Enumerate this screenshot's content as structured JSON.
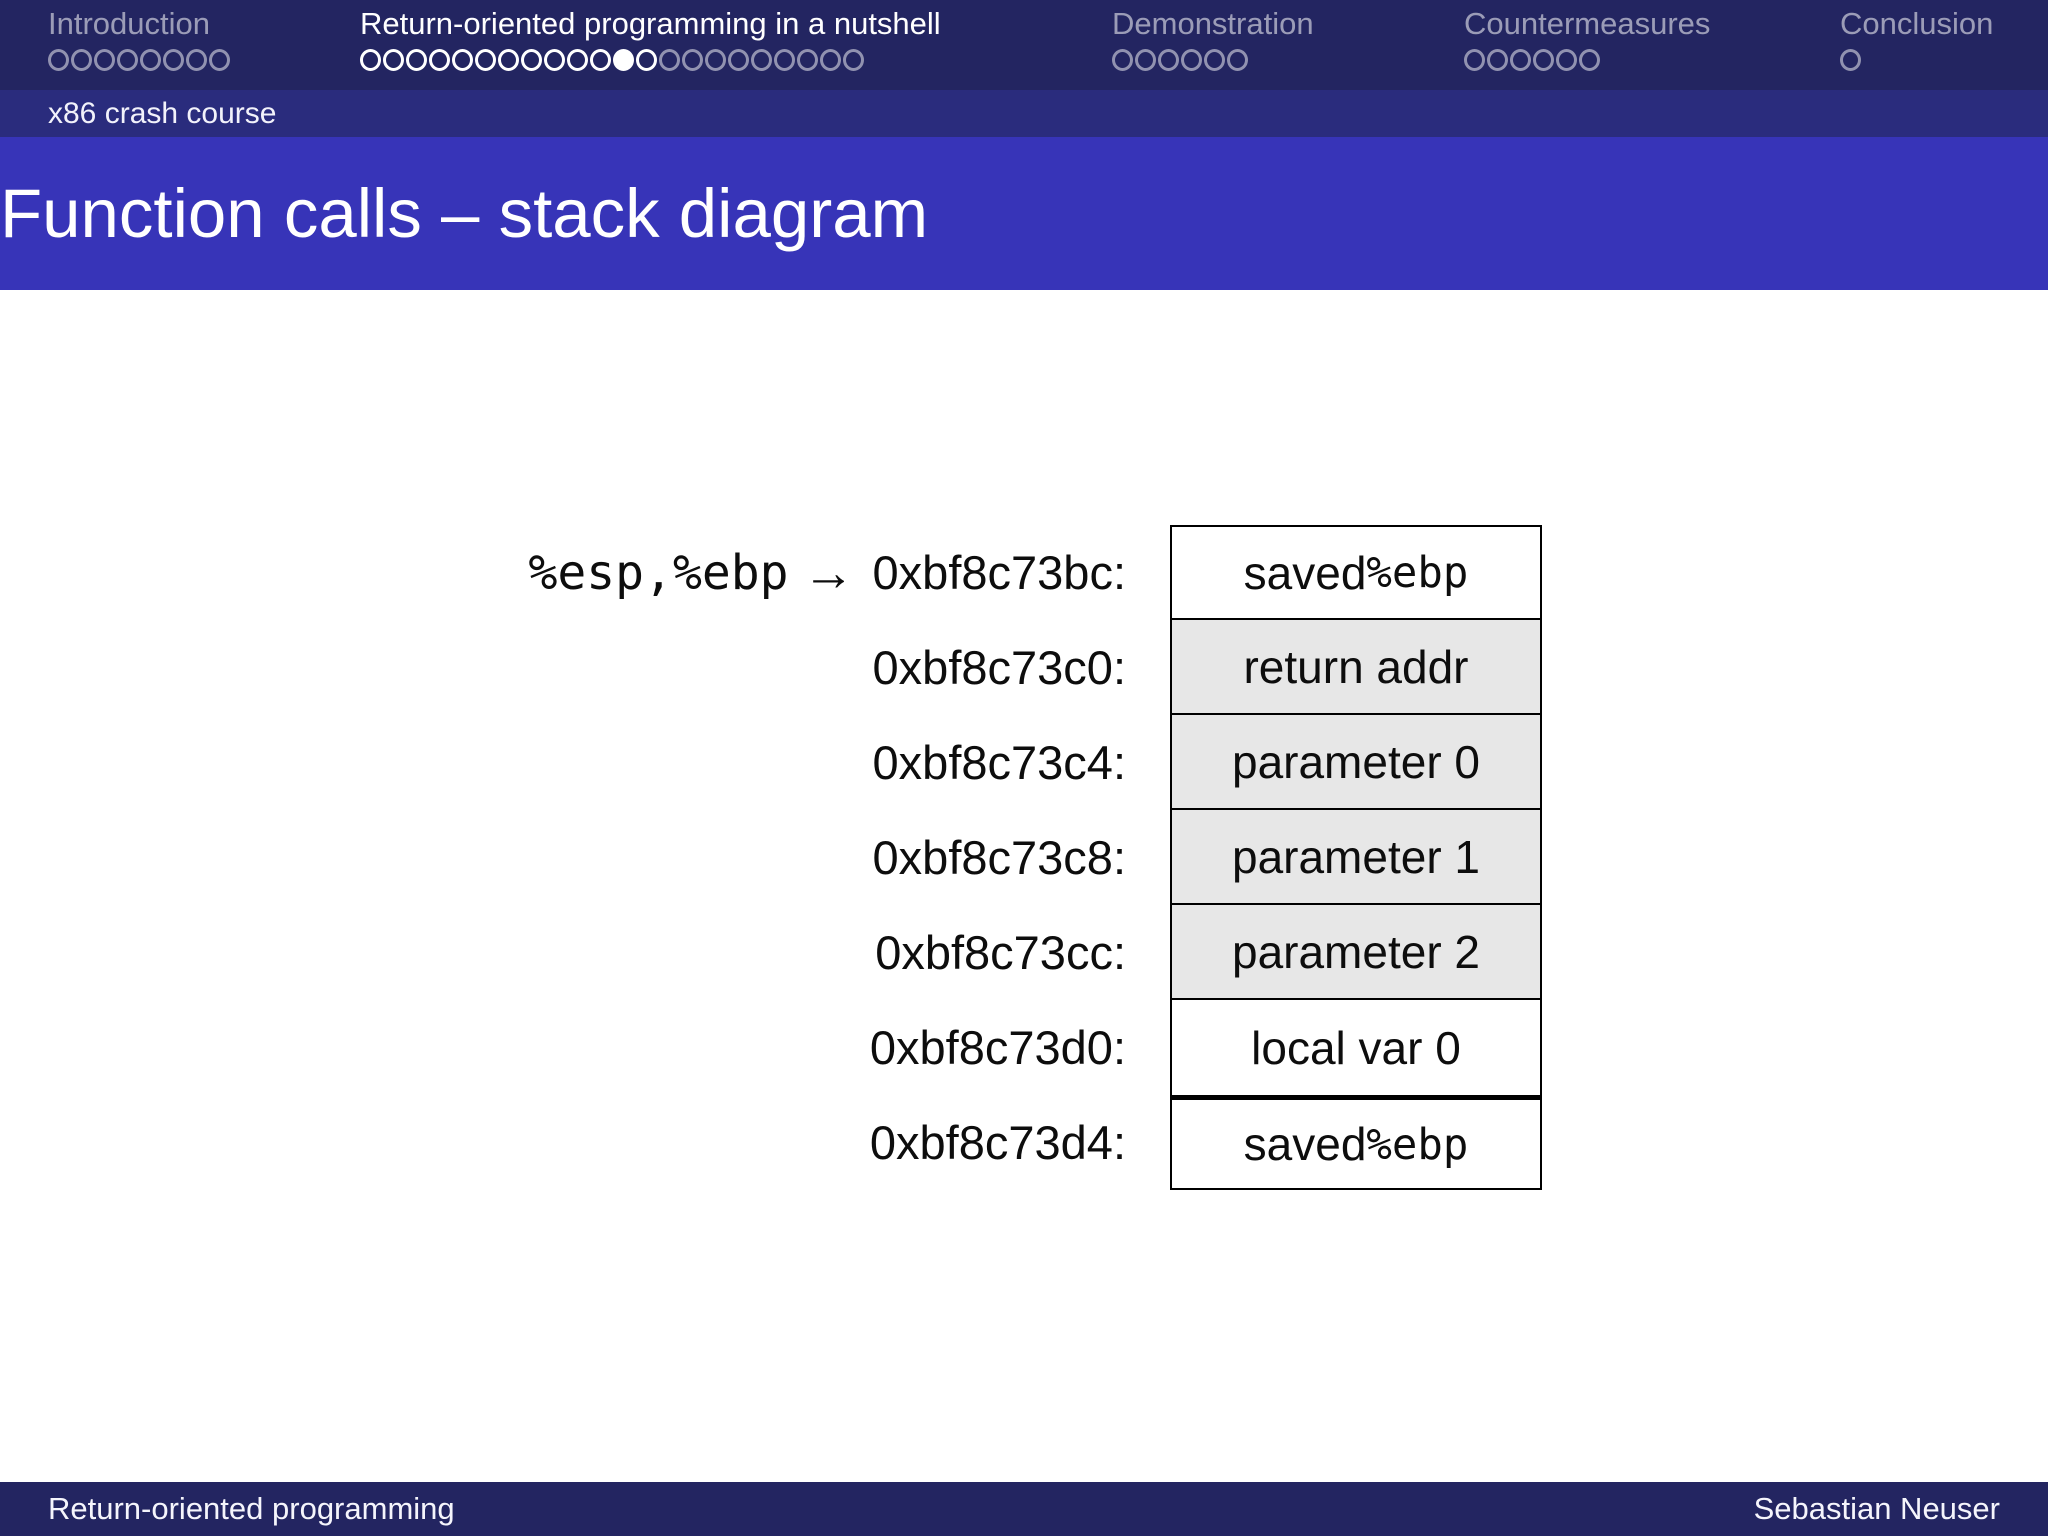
{
  "nav": {
    "sections": [
      {
        "label": "Introduction",
        "active": false,
        "dots": [
          "open-dim",
          "open-dim",
          "open-dim",
          "open-dim",
          "open-dim",
          "open-dim",
          "open-dim",
          "open-dim"
        ]
      },
      {
        "label": "Return-oriented programming in a nutshell",
        "active": true,
        "dots": [
          "open-bright",
          "open-bright",
          "open-bright",
          "open-bright",
          "open-bright",
          "open-bright",
          "open-bright",
          "open-bright",
          "open-bright",
          "open-bright",
          "open-bright",
          "filled",
          "open-bright",
          "open-dim",
          "open-dim",
          "open-dim",
          "open-dim",
          "open-dim",
          "open-dim",
          "open-dim",
          "open-dim",
          "open-dim"
        ]
      },
      {
        "label": "Demonstration",
        "active": false,
        "dots": [
          "open-dim",
          "open-dim",
          "open-dim",
          "open-dim",
          "open-dim",
          "open-dim"
        ]
      },
      {
        "label": "Countermeasures",
        "active": false,
        "dots": [
          "open-dim",
          "open-dim",
          "open-dim",
          "open-dim",
          "open-dim",
          "open-dim"
        ]
      },
      {
        "label": "Conclusion",
        "active": false,
        "dots": [
          "open-dim"
        ]
      }
    ]
  },
  "subsection_bar": {
    "label": "x86 crash course"
  },
  "frame_title": "Function calls – stack diagram",
  "stack": {
    "pointer": {
      "registers": "%esp,%ebp",
      "arrow": "→",
      "points_to_row": 0
    },
    "rows": [
      {
        "addr": "0xbf8c73bc:",
        "label": "saved %ebp",
        "shaded": false,
        "thick_top": false
      },
      {
        "addr": "0xbf8c73c0:",
        "label": "return addr",
        "shaded": true,
        "thick_top": false
      },
      {
        "addr": "0xbf8c73c4:",
        "label": "parameter 0",
        "shaded": true,
        "thick_top": false
      },
      {
        "addr": "0xbf8c73c8:",
        "label": "parameter 1",
        "shaded": true,
        "thick_top": false
      },
      {
        "addr": "0xbf8c73cc:",
        "label": "parameter 2",
        "shaded": true,
        "thick_top": false
      },
      {
        "addr": "0xbf8c73d0:",
        "label": "local var 0",
        "shaded": false,
        "thick_top": false
      },
      {
        "addr": "0xbf8c73d4:",
        "label": "saved %ebp",
        "shaded": false,
        "thick_top": true
      }
    ]
  },
  "footer": {
    "left": "Return-oriented programming",
    "right": "Sebastian Neuser"
  },
  "colors": {
    "bar_dark": "#232561",
    "band_mid": "#2a2c7d",
    "band_title": "#3734b8",
    "cell_shaded": "#e7e7e7"
  }
}
